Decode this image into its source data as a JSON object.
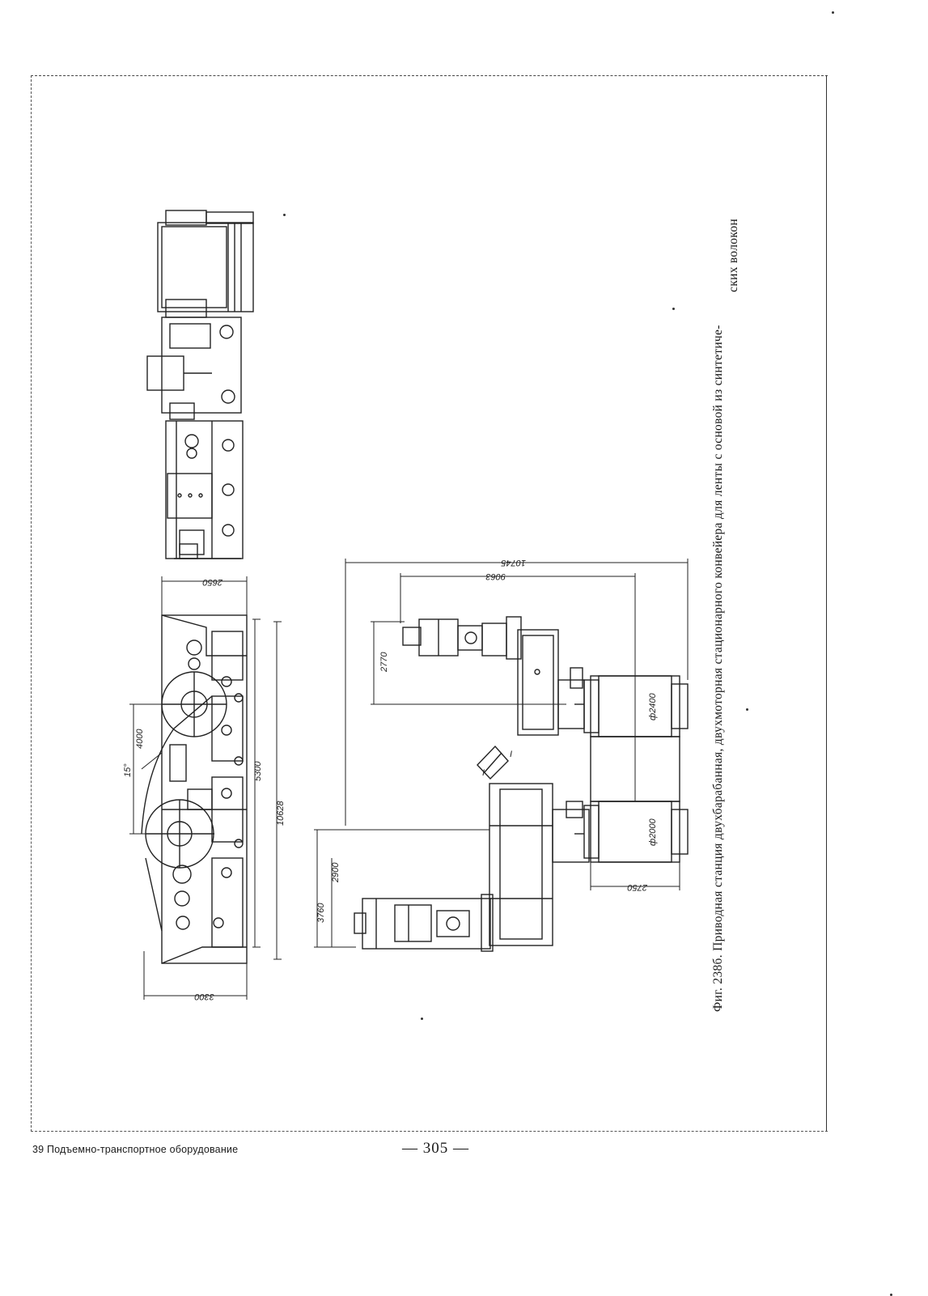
{
  "figure": {
    "caption_line1": "Фиг. 238б. Приводная станция двухбарабанная, двухмоторная стационарного конвейера    для ленты с основой из синтетиче-",
    "caption_line2": "ских волокон",
    "dimensions": {
      "side_width_top": "2650",
      "side_width_bottom": "3300",
      "side_mid_height": "5300",
      "side_total_length": "10628",
      "side_spacing": "4000",
      "side_angle": "15°",
      "plan_total_width": "10745",
      "plan_motor_width": "9063",
      "plan_upper_offset": "2770",
      "plan_lower_offset": "3760",
      "plan_lower_offset_inner": "2900",
      "plan_drum_upper": "ф2400",
      "plan_drum_lower": "ф2000",
      "plan_drum_gap": "2750",
      "section_mark": "I"
    }
  },
  "footer": {
    "left_text": "39 Подъемно-транспортное оборудование",
    "page_number": "— 305 —"
  }
}
